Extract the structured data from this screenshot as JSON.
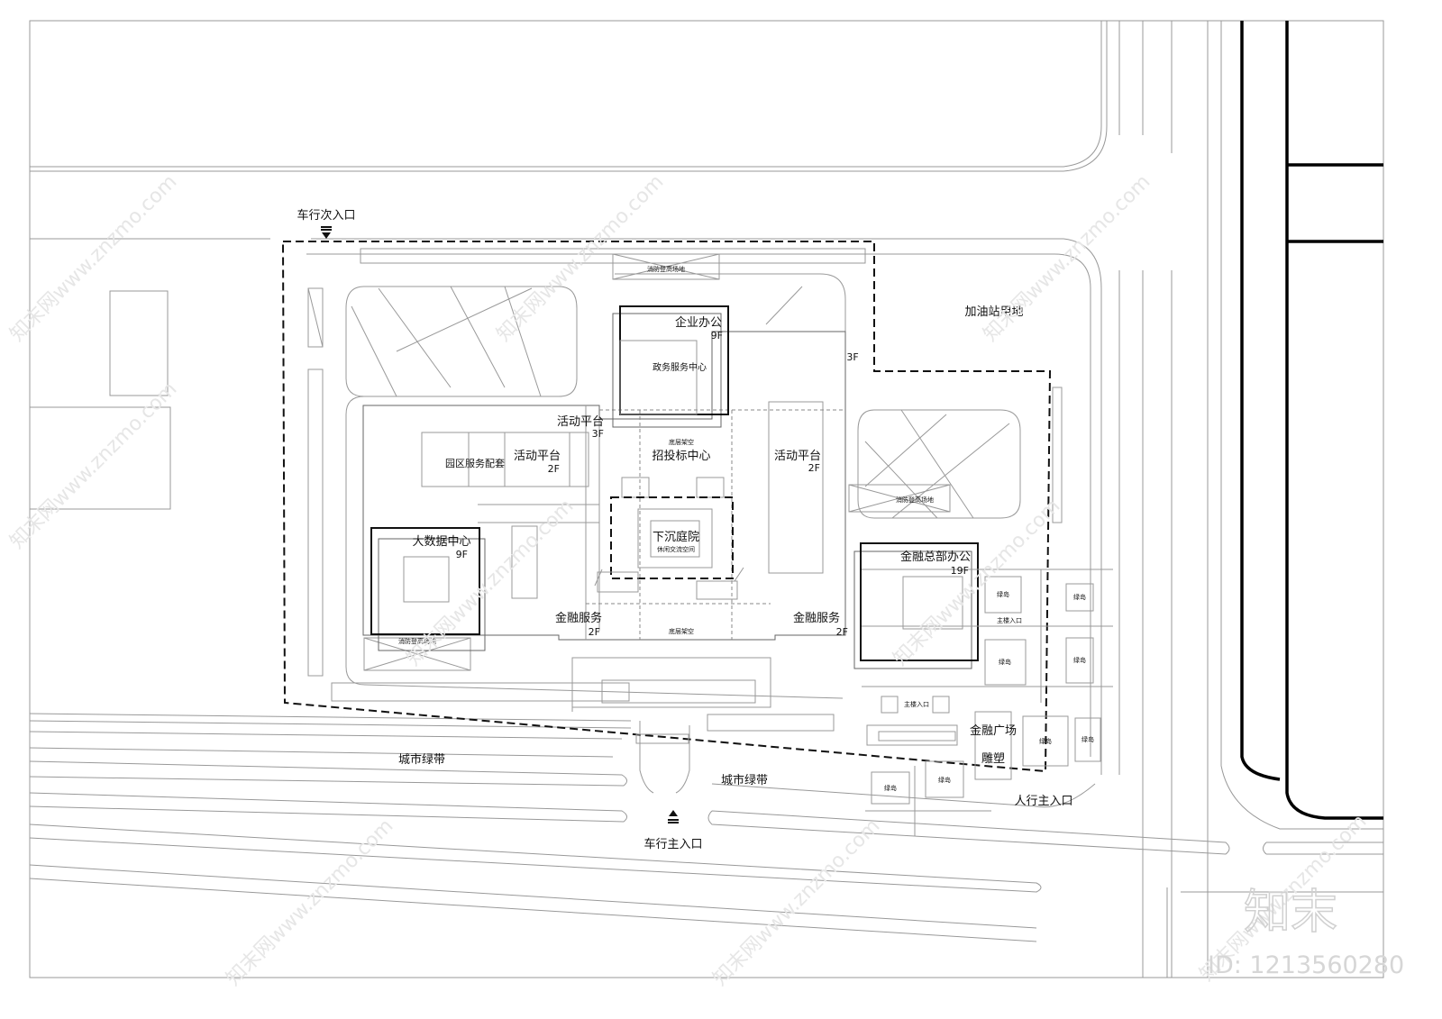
{
  "labels": {
    "secondary_vehicle_entrance": "车行次入口",
    "main_vehicle_entrance": "车行主入口",
    "pedestrian_main_entrance": "人行主入口",
    "gas_station_land": "加油站用地",
    "city_greenbelt": "城市绿带",
    "fire_rescue_site": "消防登高场地",
    "enterprise_office": "企业办公",
    "enterprise_office_floors": "9F",
    "gov_service_center": "政务服务中心",
    "floors_3f": "3F",
    "activity_platform": "活动平台",
    "floors_2f": "2F",
    "park_service_facilities": "园区服务配套",
    "ground_floor_overhead": "底层架空",
    "bidding_center": "招投标中心",
    "sunken_courtyard": "下沉庭院",
    "leisure_exchange_space": "休闲交流空间",
    "big_data_center": "大数据中心",
    "big_data_floors": "9F",
    "financial_services": "金融服务",
    "financial_hq_office": "金融总部办公",
    "financial_hq_floors": "19F",
    "green_island": "绿岛",
    "main_building_entrance": "主楼入口",
    "financial_plaza": "金融广场",
    "sculpture": "雕塑"
  },
  "watermark": {
    "site_text": "知末网www.znzmo.com",
    "logo_text": "知末",
    "id_text": "ID: 1213560280"
  },
  "colors": {
    "line_dark": "#111111",
    "line_mid": "#666666",
    "line_light": "#999999",
    "watermark": "#e6e6e6"
  }
}
